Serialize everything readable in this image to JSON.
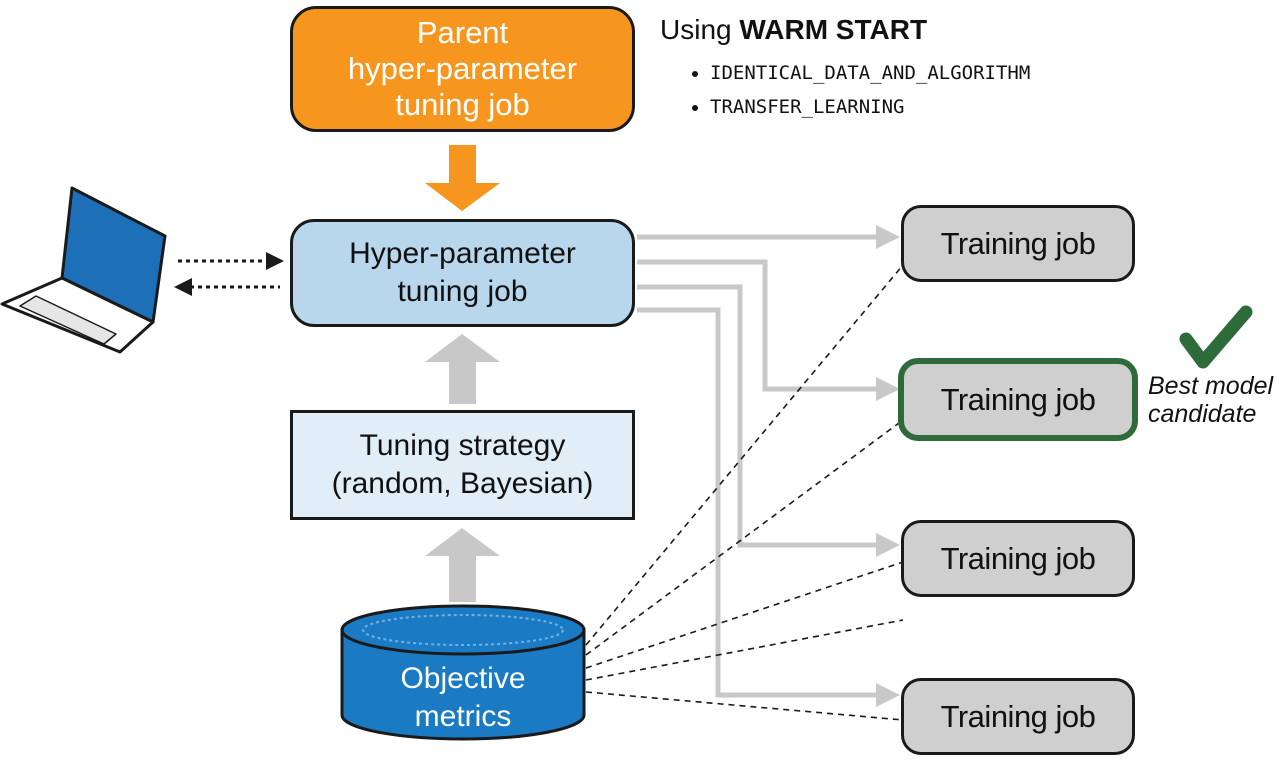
{
  "parent_job": {
    "line1": "Parent",
    "line2": "hyper-parameter",
    "line3": "tuning job"
  },
  "warm_start": {
    "prefix": "Using ",
    "title": "WARM START",
    "options": [
      "IDENTICAL_DATA_AND_ALGORITHM",
      "TRANSFER_LEARNING"
    ]
  },
  "tuning_job": {
    "line1": "Hyper-parameter",
    "line2": "tuning job"
  },
  "strategy": {
    "line1": "Tuning strategy",
    "line2": "(random, Bayesian)"
  },
  "metrics": {
    "line1": "Objective",
    "line2": "metrics"
  },
  "training_jobs": [
    {
      "label": "Training job",
      "best": false
    },
    {
      "label": "Training job",
      "best": true
    },
    {
      "label": "Training job",
      "best": false
    },
    {
      "label": "Training job",
      "best": false
    }
  ],
  "best": {
    "line1": "Best model",
    "line2": "candidate"
  },
  "colors": {
    "parent_fill": "#f7961e",
    "tuning_fill": "#b8d6ec",
    "strategy_fill": "#e2eef7",
    "metrics_fill": "#1b7ac4",
    "job_fill": "#cfcfcf",
    "best_border": "#2e6b3a",
    "arrow_gray": "#c8c8c8",
    "laptop_screen": "#1d6fb8"
  },
  "icons": [
    "laptop-icon",
    "checkmark-icon",
    "database-icon"
  ]
}
